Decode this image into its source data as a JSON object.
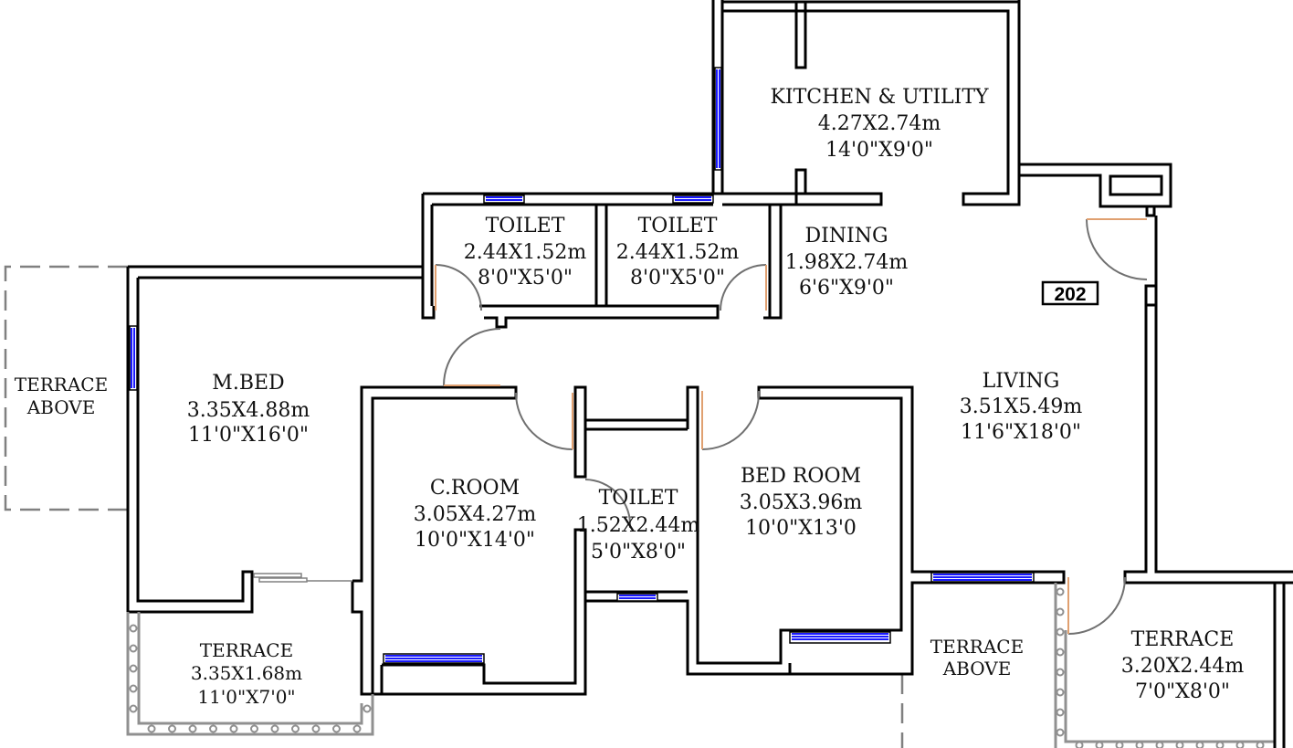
{
  "plan": {
    "unit_number": "202",
    "rooms": [
      {
        "id": "kitchen",
        "name": "KITCHEN & UTILITY",
        "metric": "4.27X2.74m",
        "imperial": "14'0\"X9'0\""
      },
      {
        "id": "toilet-1",
        "name": "TOILET",
        "metric": "2.44X1.52m",
        "imperial": "8'0\"X5'0\""
      },
      {
        "id": "toilet-2",
        "name": "TOILET",
        "metric": "2.44X1.52m",
        "imperial": "8'0\"X5'0\""
      },
      {
        "id": "dining",
        "name": "DINING",
        "metric": "1.98X2.74m",
        "imperial": "6'6\"X9'0\""
      },
      {
        "id": "master-bed",
        "name": "M.BED",
        "metric": "3.35X4.88m",
        "imperial": "11'0\"X16'0\""
      },
      {
        "id": "living",
        "name": "LIVING",
        "metric": "3.51X5.49m",
        "imperial": "11'6\"X18'0\""
      },
      {
        "id": "c-room",
        "name": "C.ROOM",
        "metric": "3.05X4.27m",
        "imperial": "10'0\"X14'0\""
      },
      {
        "id": "toilet-3",
        "name": "TOILET",
        "metric": "1.52X2.44m",
        "imperial": "5'0\"X8'0\""
      },
      {
        "id": "bed-room",
        "name": "BED ROOM",
        "metric": "3.05X3.96m",
        "imperial": "10'0\"X13'0"
      },
      {
        "id": "terrace-1",
        "name": "TERRACE",
        "metric": "3.35X1.68m",
        "imperial": "11'0\"X7'0\""
      },
      {
        "id": "terrace-2",
        "name": "TERRACE",
        "metric": "3.20X2.44m",
        "imperial": "7'0\"X8'0\""
      }
    ],
    "terrace_above": {
      "line1": "TERRACE",
      "line2": "ABOVE"
    },
    "colors": {
      "wall": "#000000",
      "window": "#1a1aff",
      "door_swing": "#707070",
      "door_leaf": "#e0a070",
      "dashed": "#808080"
    }
  }
}
